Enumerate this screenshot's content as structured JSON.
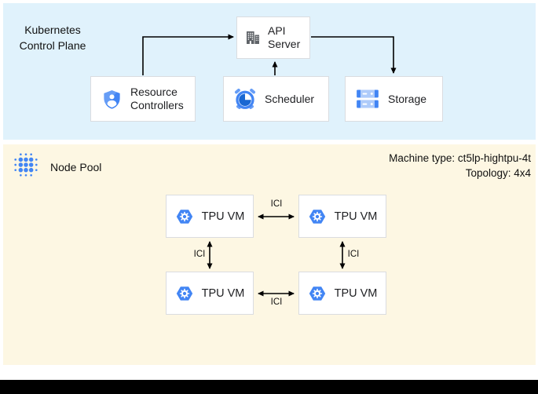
{
  "diagram": {
    "control_plane": {
      "title": "Kubernetes\nControl Plane",
      "nodes": {
        "api_server": {
          "label": "API Server",
          "icon": "building-icon"
        },
        "resource_controllers": {
          "label": "Resource Controllers",
          "icon": "shield-user-icon"
        },
        "scheduler": {
          "label": "Scheduler",
          "icon": "alarm-clock-icon"
        },
        "storage": {
          "label": "Storage",
          "icon": "server-stack-icon"
        }
      }
    },
    "node_pool": {
      "title": "Node Pool",
      "icon": "dot-cluster-icon",
      "machine_type_line": "Machine type: ct5lp-hightpu-4t",
      "topology_line": "Topology: 4x4",
      "vm_nodes": [
        {
          "label": "TPU VM",
          "icon": "gke-hexagon-icon"
        },
        {
          "label": "TPU VM",
          "icon": "gke-hexagon-icon"
        },
        {
          "label": "TPU VM",
          "icon": "gke-hexagon-icon"
        },
        {
          "label": "TPU VM",
          "icon": "gke-hexagon-icon"
        }
      ],
      "links": {
        "top": "ICI",
        "bottom": "ICI",
        "left": "ICI",
        "right": "ICI"
      }
    },
    "colors": {
      "control_plane_bg": "#e0f2fc",
      "node_pool_bg": "#fdf7e3",
      "node_border": "#dadce0",
      "google_blue": "#4285f4",
      "google_blue_light": "#669df6",
      "google_blue_pale": "#aecbfa",
      "scheduler_face_fill": "#1967d2",
      "icon_gray": "#5f6368",
      "arrow_color": "#000000"
    }
  }
}
